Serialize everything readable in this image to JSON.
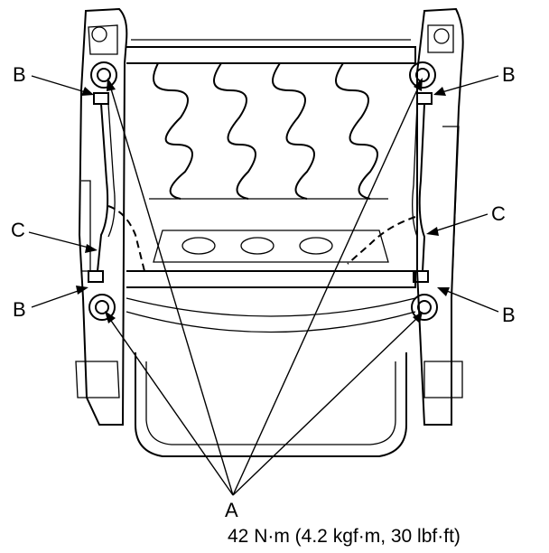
{
  "callouts": {
    "A": "A",
    "B": "B",
    "C": "C"
  },
  "torque_spec": "42 N·m (4.2 kgf·m, 30 lbf·ft)"
}
